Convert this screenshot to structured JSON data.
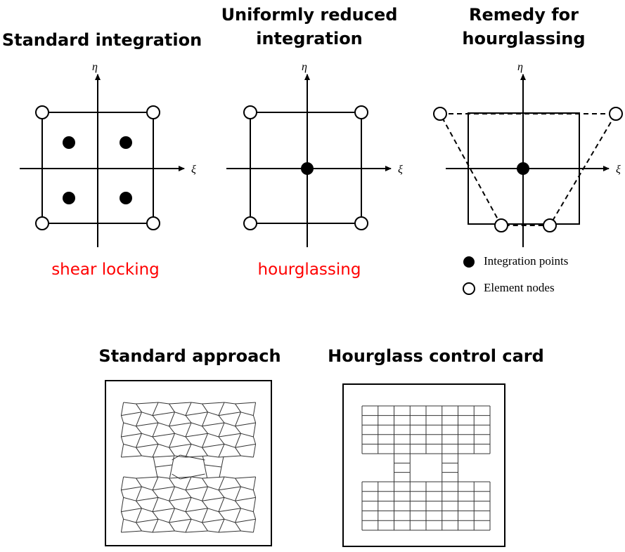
{
  "titles": {
    "standard_integration": "Standard integration",
    "uniformly_reduced_line1": "Uniformly reduced",
    "uniformly_reduced_line2": "integration",
    "remedy_line1": "Remedy for",
    "remedy_line2": "hourglassing",
    "standard_approach": "Standard approach",
    "hourglass_control_card": "Hourglass control card"
  },
  "problems": {
    "standard": "shear locking",
    "reduced": "hourglassing"
  },
  "axes": {
    "eta": "η",
    "xi": "ξ"
  },
  "legend": {
    "integration_points": "Integration  points",
    "element_nodes": "Element nodes"
  },
  "colors": {
    "problem_text": "#ff0000",
    "line": "#000000"
  }
}
